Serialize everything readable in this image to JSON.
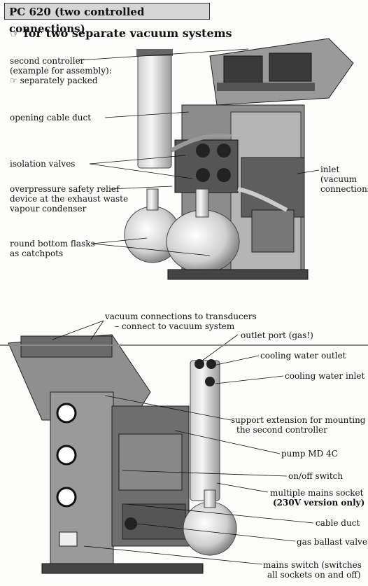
{
  "header": {
    "title": "PC 620 (two controlled connections)",
    "subtitle": "for two separate vacuum systems",
    "pointer_icon": "pointing-hand-icon"
  },
  "top_labels": {
    "second_controller_1": "second controller",
    "second_controller_2": "(example for assembly):",
    "second_controller_3": "separately packed",
    "opening_cable_duct": "opening cable duct",
    "isolation_valves": "isolation valves",
    "overpressure_1": "overpressure safety relief",
    "overpressure_2": "device at the exhaust waste",
    "overpressure_3": "vapour condenser",
    "inlet_1": "inlet",
    "inlet_2": "(vacuum",
    "inlet_3": "connections)",
    "flasks_1": "round bottom flasks",
    "flasks_2": "as catchpots"
  },
  "bottom_labels": {
    "vac_conn_1": "vacuum connections to transducers",
    "vac_conn_2": "– connect to vacuum system",
    "outlet_port": "outlet port (gas!)",
    "cw_outlet": "cooling water outlet",
    "cw_inlet": "cooling water inlet",
    "support_1": "support extension for mounting",
    "support_2": "the second controller",
    "pump": "pump MD 4C",
    "onoff": "on/off switch",
    "multi_socket_1": "multiple mains socket",
    "multi_socket_2": "(230V version only)",
    "cable_duct": "cable duct",
    "gas_ballast": "gas ballast valve",
    "mains_1": "mains switch (switches",
    "mains_2": "all sockets on and off)"
  }
}
